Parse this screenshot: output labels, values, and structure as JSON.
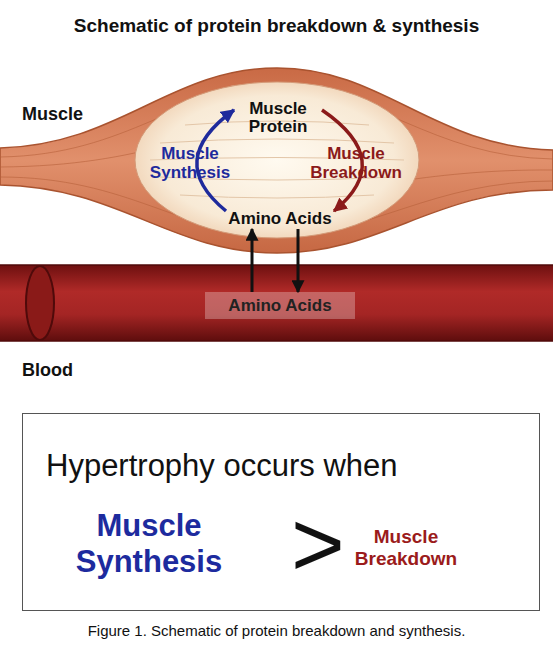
{
  "diagram": {
    "title": "Schematic of protein breakdown & synthesis",
    "caption": "Figure 1. Schematic of protein breakdown and synthesis.",
    "nodes": [
      {
        "text": [
          "Muscle"
        ]
      },
      {
        "text": [
          "Muscle Protein"
        ],
        "in": 0
      },
      {
        "text": [
          "Amino Acids"
        ],
        "in": 0
      },
      {
        "text": [
          "Blood"
        ]
      },
      {
        "text": [
          "Amino Acids"
        ],
        "in": 3
      },
      {
        "text": [
          "Hypertrophy occurs when",
          "Muscle Synthesis",
          ">",
          "Muscle Breakdown"
        ]
      }
    ],
    "edges": [
      {
        "from": 2,
        "to": 1,
        "arrow": "to",
        "label": "Muscle Synthesis"
      },
      {
        "from": 1,
        "to": 2,
        "arrow": "to",
        "label": "Muscle Breakdown"
      },
      {
        "from": 4,
        "to": 2,
        "arrow": "to"
      },
      {
        "from": 2,
        "to": 4,
        "arrow": "to"
      }
    ]
  }
}
